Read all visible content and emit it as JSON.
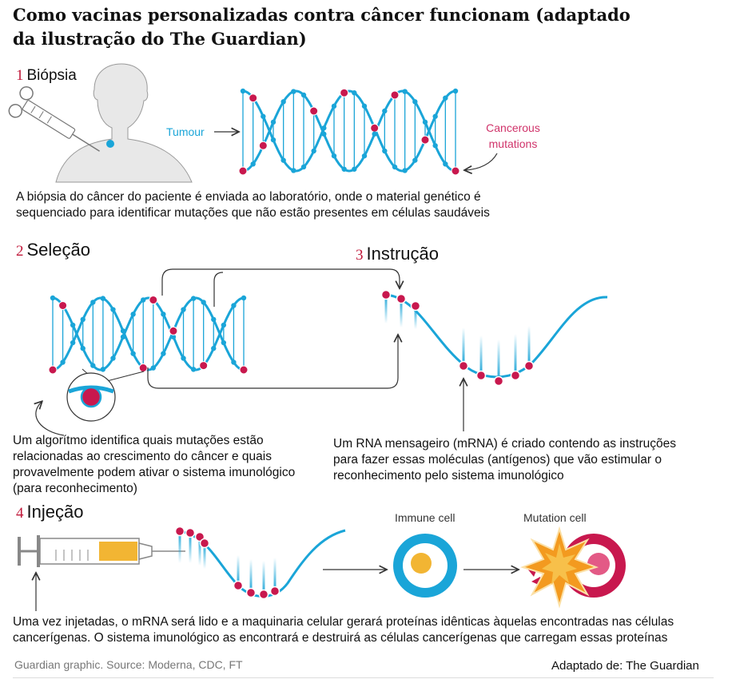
{
  "title": "Como vacinas personalizadas contra câncer funcionam (adaptado da ilustração do The Guardian)",
  "steps": [
    {
      "number": "1",
      "title": "Biópsia",
      "text": "A biópsia do câncer do paciente é enviada ao laboratório, onde o material genético é sequenciado para identificar mutações que não estão presentes em células saudáveis"
    },
    {
      "number": "2",
      "title": "Seleção",
      "text": "Um algorítmo identifica quais mutações estão relacionadas ao crescimento do câncer e quais provavelmente podem ativar o sistema imunológico (para reconhecimento)"
    },
    {
      "number": "3",
      "title": "Instrução",
      "text": "Um RNA mensageiro (mRNA) é criado contendo as instruções para fazer essas moléculas (antígenos) que vão estimular o reconhecimento pelo sistema imunológico"
    },
    {
      "number": "4",
      "title": "Injeção",
      "text": "Uma vez injetadas, o mRNA será lido e a maquinaria celular gerará proteínas idênticas àquelas encontradas nas células cancerígenas. O sistema imunológico as encontrará e destruirá as células cancerígenas que carregam essas proteínas"
    }
  ],
  "labels": {
    "tumour": "Tumour",
    "cancerous_line1": "Cancerous",
    "cancerous_line2": "mutations",
    "immune_cell": "Immune cell",
    "mutation_cell": "Mutation cell"
  },
  "footer": {
    "source": "Guardian graphic. Source: Moderna, CDC, FT",
    "credit": "Adaptado de: The Guardian"
  },
  "colors": {
    "dna_blue": "#1aa5d8",
    "mutation_pink": "#c8184e",
    "syringe_yellow": "#f2b533",
    "burst_orange": "#f39a1f",
    "text": "#111111"
  }
}
